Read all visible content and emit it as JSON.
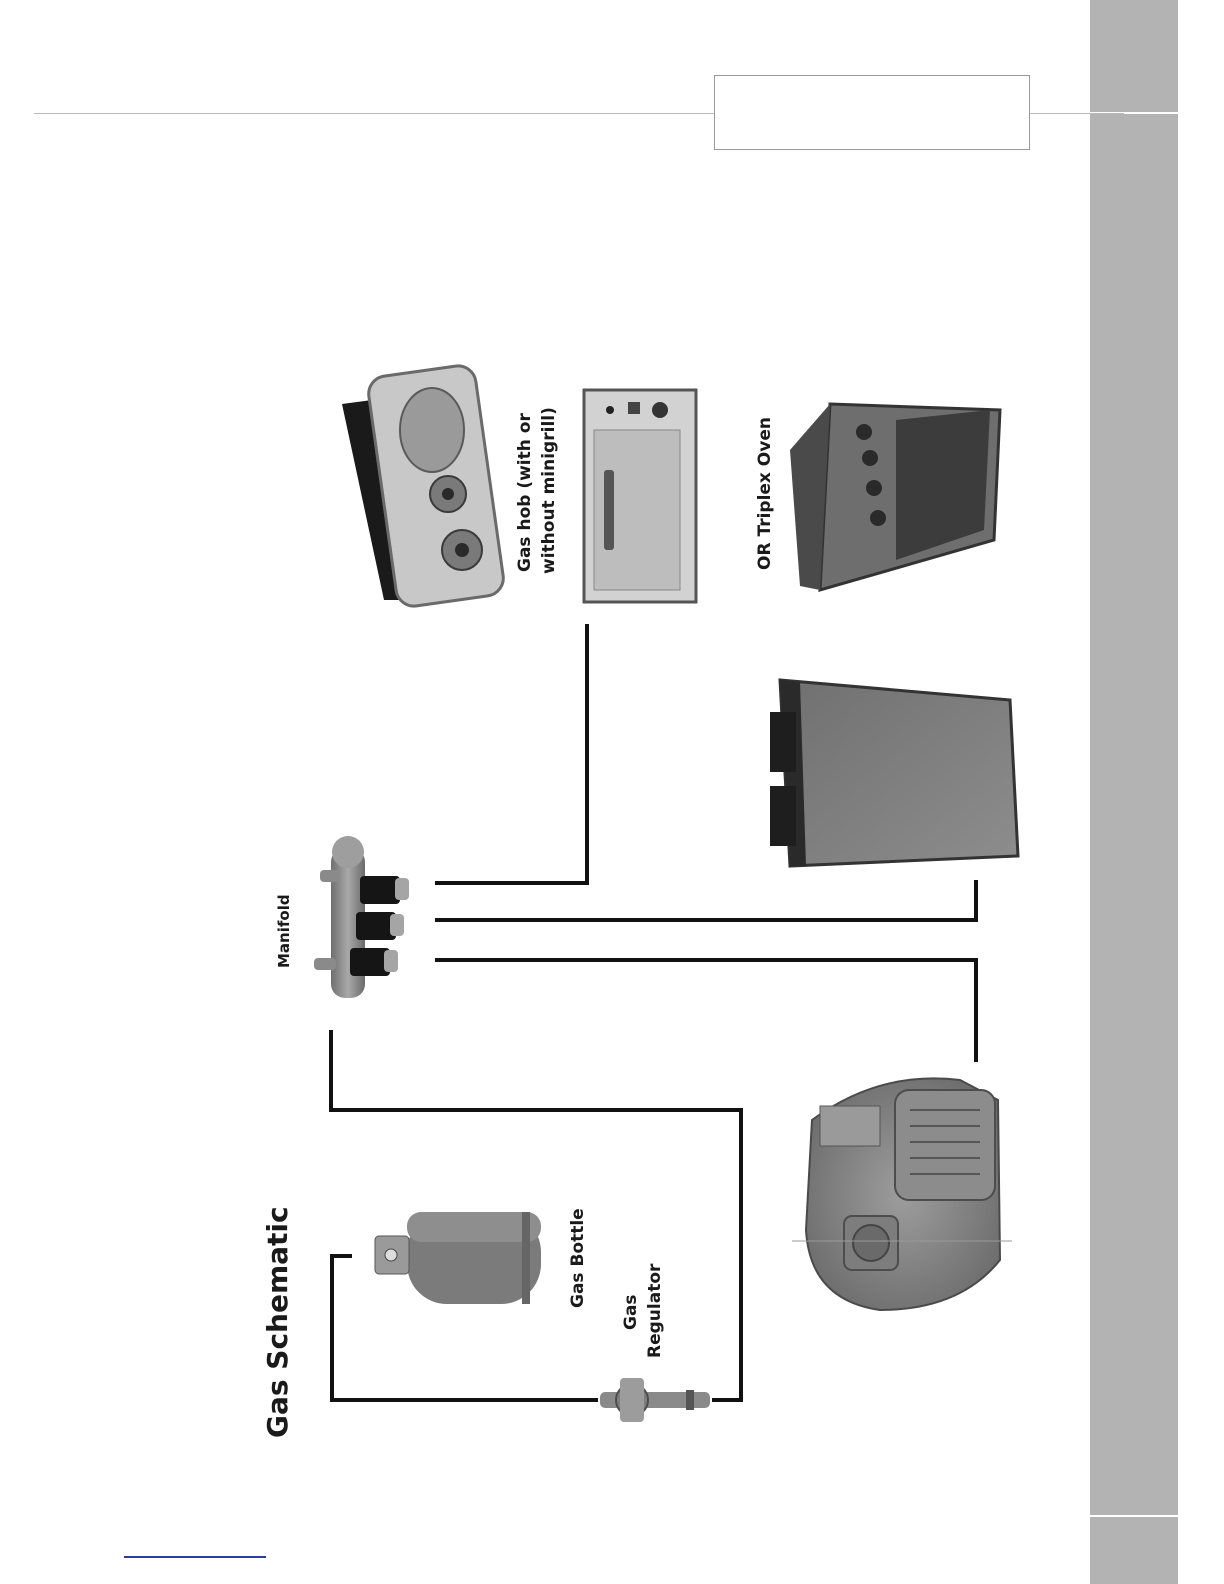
{
  "title": "Gas Schematic",
  "labels": {
    "gas_bottle": "Gas Bottle",
    "gas_regulator_line1": "Gas",
    "gas_regulator_line2": "Regulator",
    "manifold": "Manifold",
    "gas_hob_line1": "Gas hob (with or",
    "gas_hob_line2": "without minigrill)",
    "triplex_oven": "OR Triplex Oven"
  },
  "components": {
    "gas_bottle": "gas-bottle-image",
    "gas_regulator": "gas-regulator-image",
    "manifold": "manifold-image",
    "hob": "gas-hob-image",
    "grill": "minigrill-image",
    "oven": "triplex-oven-image",
    "fridge": "fridge-image",
    "heater": "heater-image"
  },
  "colors": {
    "sidebar": "#b3b3b3",
    "pipe": "#111111",
    "footer_link": "#2c3aa8"
  }
}
